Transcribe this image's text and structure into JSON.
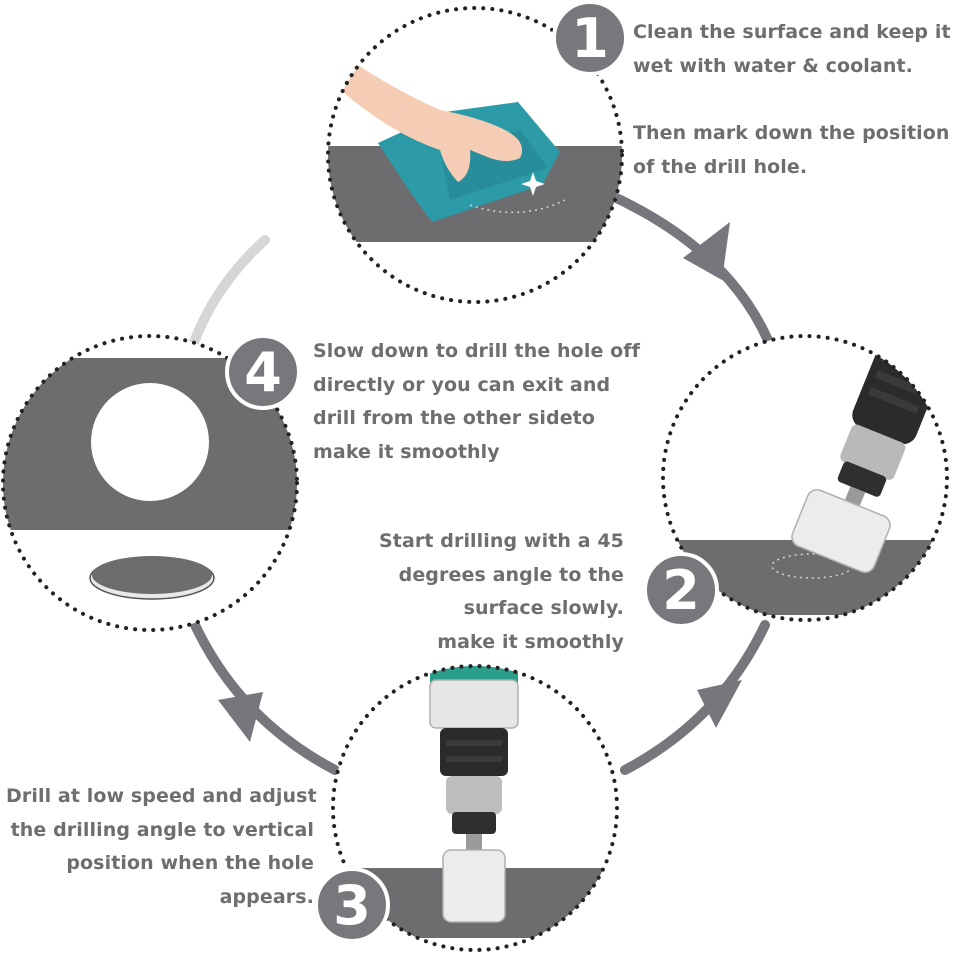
{
  "steps": [
    {
      "number": "1",
      "lines": [
        "Clean the surface and keep it",
        "wet with water & coolant."
      ],
      "lines_extra": [
        "Then mark down the position",
        "of the drill hole."
      ]
    },
    {
      "number": "2",
      "lines": [
        "Start drilling with a 45",
        "degrees angle to the",
        "surface slowly.",
        "make it smoothly"
      ]
    },
    {
      "number": "3",
      "lines": [
        "Drill at low speed and adjust",
        "the drilling angle to vertical",
        "position when the hole",
        "appears."
      ]
    },
    {
      "number": "4",
      "lines": [
        "Slow down to drill the hole off",
        "directly or you can exit and",
        "drill from the other sideto",
        "make it smoothly"
      ]
    }
  ],
  "colors": {
    "text": "#6e6e6e",
    "ring": "#76777c",
    "surface": "#6d6d6f",
    "badge": "#77787c",
    "cloth": "#2d9aa8",
    "drill_green": "#2a9e8a",
    "chuck": "#2b2b2b"
  }
}
